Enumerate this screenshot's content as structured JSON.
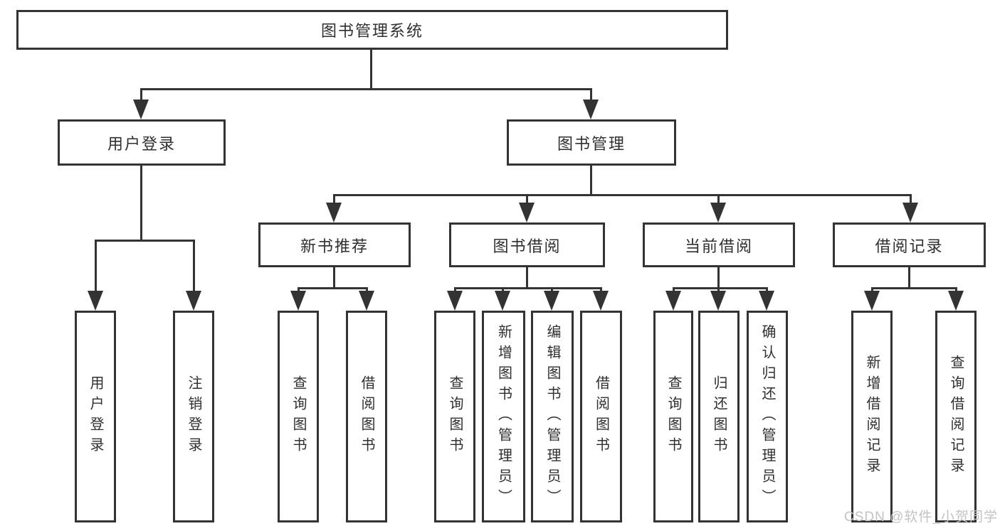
{
  "diagram_title": "图书管理系统",
  "tree": {
    "root": {
      "label": "图书管理系统"
    },
    "branches": [
      {
        "label": "用户登录",
        "children": [
          {
            "label": "用户登录"
          },
          {
            "label": "注销登录"
          }
        ]
      },
      {
        "label": "图书管理",
        "children": [
          {
            "label": "新书推荐",
            "children": [
              {
                "label": "查询图书"
              },
              {
                "label": "借阅图书"
              }
            ]
          },
          {
            "label": "图书借阅",
            "children": [
              {
                "label": "查询图书"
              },
              {
                "label": "新增图书（管理员）"
              },
              {
                "label": "编辑图书（管理员）"
              },
              {
                "label": "借阅图书"
              }
            ]
          },
          {
            "label": "当前借阅",
            "children": [
              {
                "label": "查询图书"
              },
              {
                "label": "归还图书"
              },
              {
                "label": "确认归还（管理员）"
              }
            ]
          },
          {
            "label": "借阅记录",
            "children": [
              {
                "label": "新增借阅记录"
              },
              {
                "label": "查询借阅记录"
              }
            ]
          }
        ]
      }
    ]
  },
  "watermark": "CSDN @软件_小贺同学",
  "colors": {
    "line": "#333333",
    "text": "#2f2f2f",
    "watermark": "#c3c3c3",
    "background": "#ffffff"
  }
}
